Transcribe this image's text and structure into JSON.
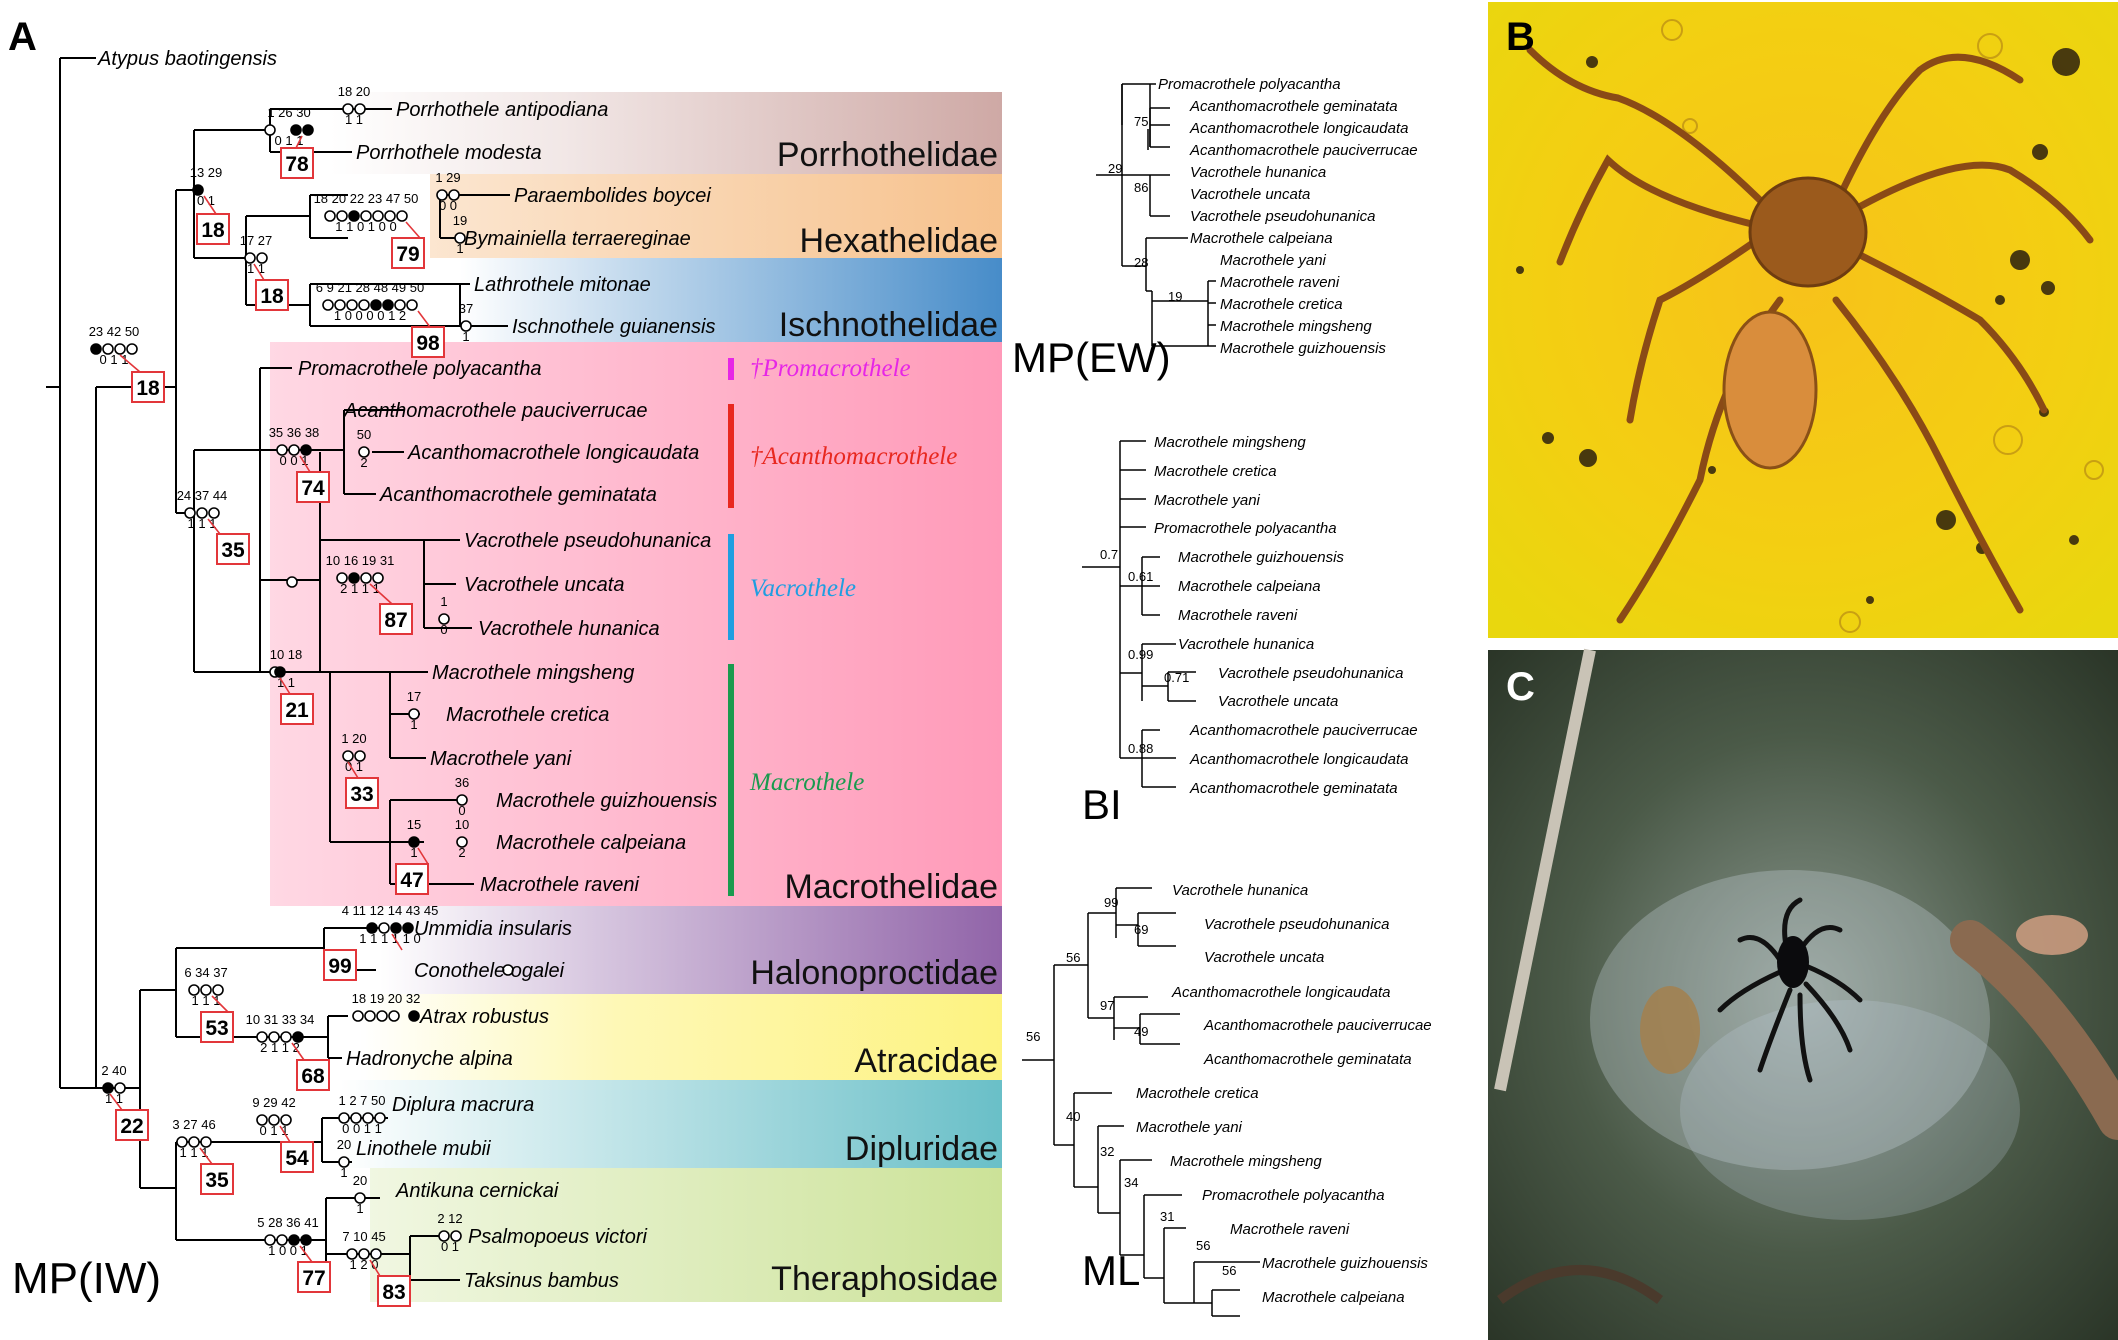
{
  "panel_labels": {
    "a": "A",
    "b": "B",
    "c": "C"
  },
  "colors": {
    "porrhothelidae": "#c99f9b",
    "hexathelidae": "#f5b779",
    "ischnothelidae": "#3d86c6",
    "macrothelidae": "#ff8fb1",
    "halonoproctidae": "#8b5ca4",
    "atracidae": "#fdf27a",
    "dipluridae": "#4fb4be",
    "theraphosidae": "#b6d66c",
    "promacrothele": "#e626e6",
    "acanthomacrothele": "#e8281f",
    "vacrothele": "#1f9ee0",
    "macrothele": "#1a9a4e",
    "support_box": "#e2363a",
    "amber_bg": "#f3cf12",
    "photo_bg": "#3b4838"
  },
  "tree_a": {
    "method_label": "MP(IW)",
    "outgroup": "Atypus baotingensis",
    "families": [
      "Porrhothelidae",
      "Hexathelidae",
      "Ischnothelidae",
      "Macrothelidae",
      "Halonoproctidae",
      "Atracidae",
      "Dipluridae",
      "Theraphosidae"
    ],
    "genus_labels": [
      "†Promacrothele",
      "†Acanthomacrothele",
      "Vacrothele",
      "Macrothele"
    ],
    "taxa": [
      "Porrhothele antipodiana",
      "Porrhothele modesta",
      "Paraembolides boycei",
      "Bymainiella terraereginae",
      "Lathrothele mitonae",
      "Ischnothele guianensis",
      "Promacrothele polyacantha",
      "Acanthomacrothele pauciverrucae",
      "Acanthomacrothele longicaudata",
      "Acanthomacrothele geminatata",
      "Vacrothele pseudohunanica",
      "Vacrothele uncata",
      "Vacrothele hunanica",
      "Macrothele mingsheng",
      "Macrothele cretica",
      "Macrothele yani",
      "Macrothele guizhouensis",
      "Macrothele calpeiana",
      "Macrothele raveni",
      "Ummidia insularis",
      "Conothele ogalei",
      "Atrax robustus",
      "Hadronyche alpina",
      "Diplura macrura",
      "Linothele mubii",
      "Antikuna cernickai",
      "Psalmopoeus victori",
      "Taksinus bambus"
    ],
    "supports": [
      "78",
      "18",
      "79",
      "18",
      "98",
      "18",
      "74",
      "35",
      "87",
      "21",
      "33",
      "47",
      "99",
      "53",
      "68",
      "22",
      "54",
      "35",
      "77",
      "83"
    ],
    "characters": [
      {
        "top": "18 20",
        "bot": "1 1"
      },
      {
        "top": "1 26 30",
        "bot": "0 1 1"
      },
      {
        "top": "13 29",
        "bot": "0 1"
      },
      {
        "top": "1 29",
        "bot": "0 0"
      },
      {
        "top": "19",
        "bot": "1"
      },
      {
        "top": "18 20 22 23 47 50",
        "bot": "1 1 0 1 0 0"
      },
      {
        "top": "17 27",
        "bot": "1 1"
      },
      {
        "top": "6 9 21 28 48 49 50",
        "bot": "1 0 0 0 0 1 2"
      },
      {
        "top": "37",
        "bot": "1"
      },
      {
        "top": "23 42 50",
        "bot": "0 1 1"
      },
      {
        "top": "50",
        "bot": "2"
      },
      {
        "top": "35 36 38",
        "bot": "0 0 1"
      },
      {
        "top": "24 37 44",
        "bot": "1 1 1"
      },
      {
        "top": "1",
        "bot": "0"
      },
      {
        "top": "10 16 19 31",
        "bot": "2 1 1 1"
      },
      {
        "top": "10 18",
        "bot": "1 1"
      },
      {
        "top": "17",
        "bot": "1"
      },
      {
        "top": "1 20",
        "bot": "0 1"
      },
      {
        "top": "36",
        "bot": "0"
      },
      {
        "top": "10",
        "bot": "2"
      },
      {
        "top": "15",
        "bot": "1"
      },
      {
        "top": "4 11 12 14 43 45",
        "bot": "1 1 1 1 1 0"
      },
      {
        "top": "6 34 37",
        "bot": "1 1 1"
      },
      {
        "top": "18 19 20 32",
        "bot": ""
      },
      {
        "top": "10 31 33 34",
        "bot": "2 1 1 2"
      },
      {
        "top": "2 40",
        "bot": "1 1"
      },
      {
        "top": "1 2 7 50",
        "bot": "0 0 1 1"
      },
      {
        "top": "20",
        "bot": "1"
      },
      {
        "top": "9 29 42",
        "bot": "0 1 1"
      },
      {
        "top": "3 27 46",
        "bot": "1 1 1"
      },
      {
        "top": "20",
        "bot": "1"
      },
      {
        "top": "2 12",
        "bot": "0 1"
      },
      {
        "top": "7 10 45",
        "bot": "1 2 0"
      },
      {
        "top": "5 28 36 41",
        "bot": "1 0 0 1"
      }
    ]
  },
  "tree_ew": {
    "method_label": "MP(EW)",
    "taxa": [
      "Promacrothele polyacantha",
      "Acanthomacrothele geminatata",
      "Acanthomacrothele longicaudata",
      "Acanthomacrothele pauciverrucae",
      "Vacrothele hunanica",
      "Vacrothele uncata",
      "Vacrothele pseudohunanica",
      "Macrothele calpeiana",
      "Macrothele yani",
      "Macrothele raveni",
      "Macrothele cretica",
      "Macrothele mingsheng",
      "Macrothele guizhouensis"
    ],
    "supports": [
      "29",
      "75",
      "86",
      "28",
      "19"
    ]
  },
  "tree_bi": {
    "method_label": "BI",
    "taxa": [
      "Macrothele mingsheng",
      "Macrothele cretica",
      "Macrothele yani",
      "Promacrothele polyacantha",
      "Macrothele guizhouensis",
      "Macrothele calpeiana",
      "Macrothele raveni",
      "Vacrothele hunanica",
      "Vacrothele pseudohunanica",
      "Vacrothele uncata",
      "Acanthomacrothele pauciverrucae",
      "Acanthomacrothele longicaudata",
      "Acanthomacrothele geminatata"
    ],
    "supports": [
      "0.7",
      "0.61",
      "0.99",
      "0.71",
      "0.88"
    ]
  },
  "tree_ml": {
    "method_label": "ML",
    "taxa": [
      "Vacrothele hunanica",
      "Vacrothele pseudohunanica",
      "Vacrothele uncata",
      "Acanthomacrothele longicaudata",
      "Acanthomacrothele pauciverrucae",
      "Acanthomacrothele geminatata",
      "Macrothele cretica",
      "Macrothele yani",
      "Macrothele mingsheng",
      "Promacrothele polyacantha",
      "Macrothele raveni",
      "Macrothele guizhouensis",
      "Macrothele calpeiana"
    ],
    "supports": [
      "56",
      "99",
      "69",
      "56",
      "97",
      "49",
      "40",
      "32",
      "34",
      "31",
      "56",
      "56"
    ]
  }
}
